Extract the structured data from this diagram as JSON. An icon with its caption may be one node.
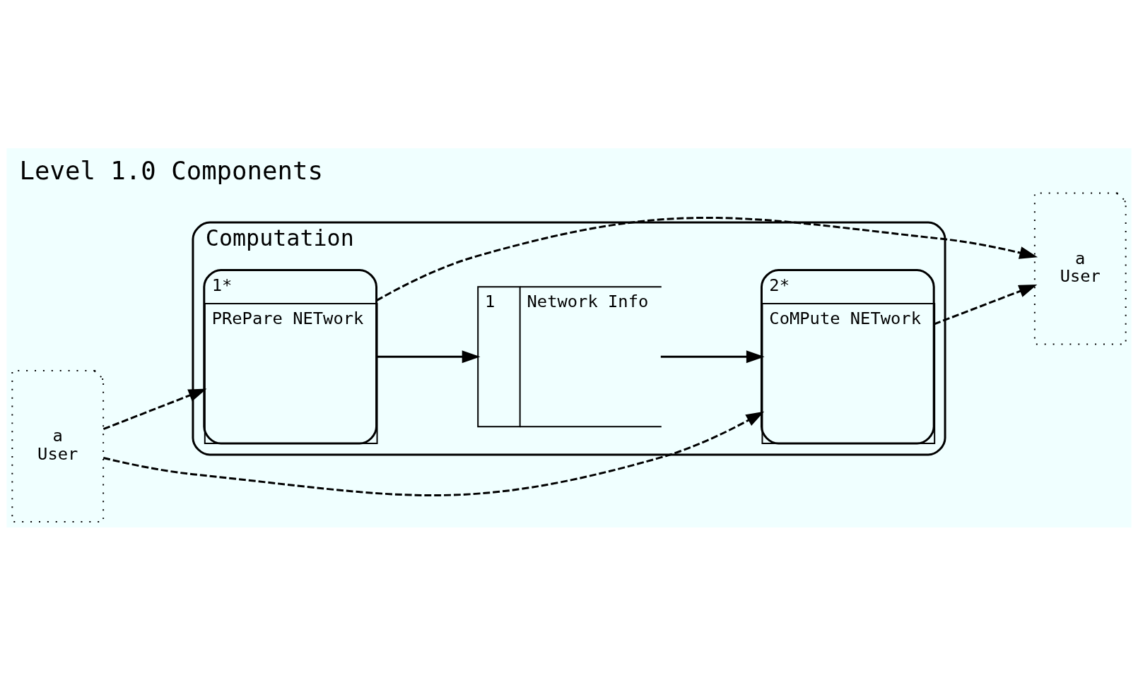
{
  "diagram": {
    "title": "Level 1.0 Components",
    "nodes": [
      {
        "text": [
          "Computation"
        ]
      },
      {
        "text": [
          "1*",
          "PRePare NETwork"
        ],
        "in": 0
      },
      {
        "text": [
          "1",
          "Network Info"
        ],
        "in": 0
      },
      {
        "text": [
          "2*",
          "CoMPute NETwork"
        ],
        "in": 0
      },
      {
        "text": [
          "a",
          "User"
        ]
      },
      {
        "text": [
          "a",
          "User"
        ]
      }
    ],
    "edges": [
      {
        "from": 4,
        "to": 1,
        "arrow": "to",
        "style": "dashed"
      },
      {
        "from": 1,
        "to": 2,
        "arrow": "to"
      },
      {
        "from": 2,
        "to": 3,
        "arrow": "to"
      },
      {
        "from": 4,
        "to": 3,
        "arrow": "to",
        "style": "dashed"
      },
      {
        "from": 1,
        "to": 5,
        "arrow": "to",
        "style": "dashed"
      },
      {
        "from": 3,
        "to": 5,
        "arrow": "to",
        "style": "dashed"
      }
    ]
  }
}
